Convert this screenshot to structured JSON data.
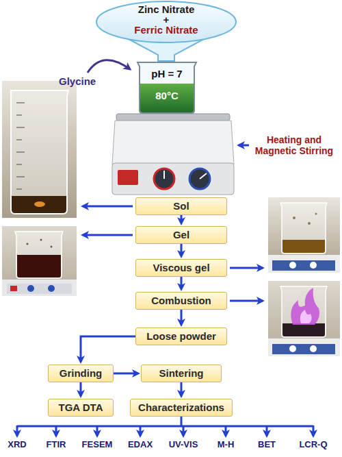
{
  "diagram": {
    "nodes": [
      {
        "text": [
          "Zinc Nitrate",
          "+",
          "Ferric Nitrate"
        ]
      },
      {
        "text": [
          "pH = 7",
          "80°C"
        ]
      },
      {
        "text": [
          "Sol"
        ]
      },
      {
        "text": [
          "Gel"
        ]
      },
      {
        "text": [
          "Viscous gel"
        ]
      },
      {
        "text": [
          "Combustion"
        ]
      },
      {
        "text": [
          "Loose powder"
        ]
      },
      {
        "text": [
          "Grinding"
        ]
      },
      {
        "text": [
          "Sintering"
        ]
      },
      {
        "text": [
          "TGA DTA"
        ]
      },
      {
        "text": [
          "Characterizations"
        ]
      }
    ],
    "edges": [
      {
        "from": 2,
        "to": 3,
        "arrow": "to"
      },
      {
        "from": 3,
        "to": 4,
        "arrow": "to"
      },
      {
        "from": 4,
        "to": 5,
        "arrow": "to"
      },
      {
        "from": 5,
        "to": 6,
        "arrow": "to"
      },
      {
        "from": 6,
        "to": 7,
        "arrow": "to"
      },
      {
        "from": 7,
        "to": 8,
        "arrow": "to"
      },
      {
        "from": 7,
        "to": 9,
        "arrow": "to"
      },
      {
        "from": 8,
        "to": 10,
        "arrow": "to"
      }
    ],
    "labels": [
      "Glycine",
      "Heating and Magnetic Stirring",
      "XRD",
      "FTIR",
      "FESEM",
      "EDAX",
      "UV-VIS",
      "M-H",
      "BET",
      "LCR-Q"
    ]
  }
}
